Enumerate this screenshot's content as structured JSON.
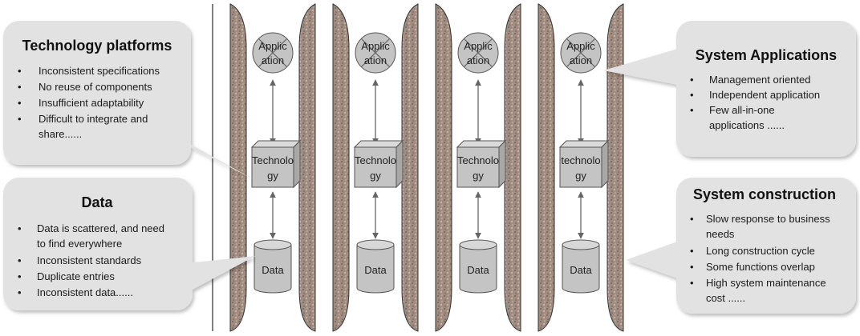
{
  "panels": {
    "tech_platforms": {
      "title": "Technology platforms",
      "items": [
        "Inconsistent specifications",
        "No reuse of components",
        "Insufficient adaptability",
        "Difficult to integrate and",
        "share......"
      ]
    },
    "data": {
      "title": "Data",
      "items": [
        "Data is scattered, and need",
        "to find everywhere",
        "Inconsistent standards",
        "Duplicate entries",
        "Inconsistent data......"
      ]
    },
    "system_applications": {
      "title": "System Applications",
      "items": [
        "Management oriented",
        "Independent application",
        "Few all-in-one",
        "applications ......"
      ]
    },
    "system_construction": {
      "title": "System construction",
      "items": [
        "Slow response to business",
        "needs",
        "Long construction cycle",
        "Some functions overlap",
        "High system maintenance",
        "cost ......"
      ]
    }
  },
  "columns": [
    {
      "app": [
        "Applic",
        "ation"
      ],
      "tech": [
        "Technolo",
        "gy"
      ],
      "data": "Data"
    },
    {
      "app": [
        "Applic",
        "ation"
      ],
      "tech": [
        "Technolo",
        "gy"
      ],
      "data": "Data"
    },
    {
      "app": [
        "Applic",
        "ation"
      ],
      "tech": [
        "Technolo",
        "gy"
      ],
      "data": "Data"
    },
    {
      "app": [
        "Applic",
        "ation"
      ],
      "tech": [
        "technolo",
        "gy"
      ],
      "data": "Data"
    }
  ],
  "colors": {
    "wall": "#a08c80",
    "callout": "#e2e2e2",
    "node": "#c4c4c4",
    "arrow": "#666666"
  }
}
